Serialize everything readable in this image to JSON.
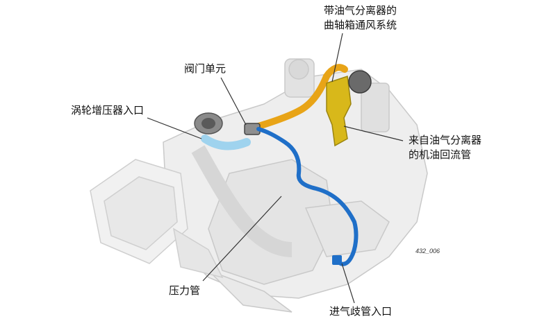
{
  "labels": {
    "oil_sep_line1": "带油气分离器的",
    "oil_sep_line2": "曲轴箱通风系统",
    "valve_unit": "阀门单元",
    "turbo_inlet": "涡轮增压器入口",
    "oil_return_line1": "来自油气分离器",
    "oil_return_line2": "的机油回流管",
    "pressure_pipe": "压力管",
    "intake_manifold_inlet": "进气歧管入口"
  },
  "figure_code": "432_006",
  "colors": {
    "engine_fill": "#eeeeee",
    "engine_line": "#c8c8c8",
    "blue_pipe": "#1f6fc8",
    "light_blue": "#9fd3ee",
    "orange_pipe": "#e8a417",
    "yellow_part": "#d8b81a",
    "leader": "#333333"
  }
}
